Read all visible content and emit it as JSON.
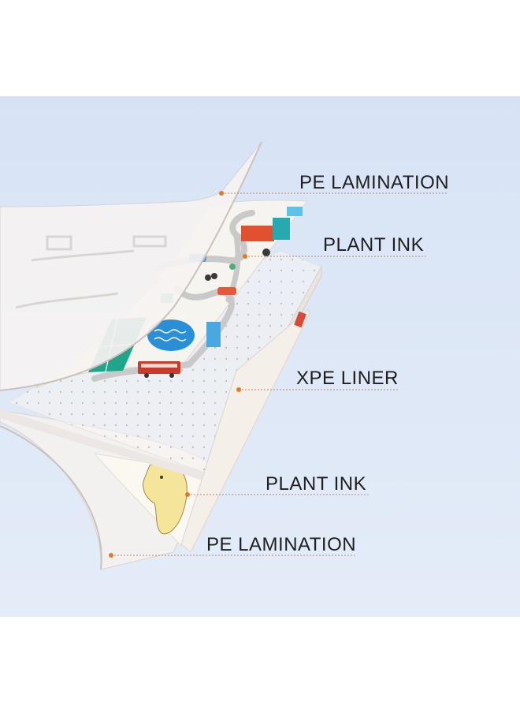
{
  "diagram": {
    "labels": [
      {
        "id": "layer-pe-lamination-top",
        "text": "PE LAMINATION"
      },
      {
        "id": "layer-plant-ink-top",
        "text": "PLANT INK"
      },
      {
        "id": "layer-xpe-liner",
        "text": "XPE LINER"
      },
      {
        "id": "layer-plant-ink-bottom",
        "text": "PLANT INK"
      },
      {
        "id": "layer-pe-lamination-bottom",
        "text": "PE LAMINATION"
      }
    ]
  },
  "colors": {
    "background": "#dfe8f6",
    "leader_dot": "#e07a2e",
    "leader_line": "#b98a68",
    "label_text": "#1f1f1f"
  }
}
